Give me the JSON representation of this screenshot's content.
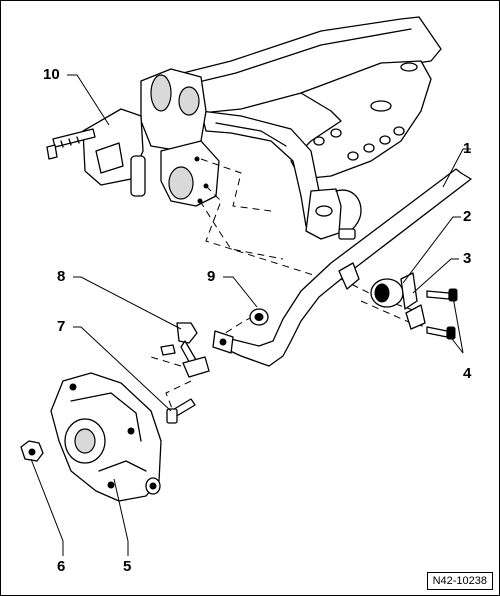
{
  "callouts": [
    {
      "id": "1",
      "text": "1"
    },
    {
      "id": "2",
      "text": "2"
    },
    {
      "id": "3",
      "text": "3"
    },
    {
      "id": "4",
      "text": "4"
    },
    {
      "id": "5",
      "text": "5"
    },
    {
      "id": "6",
      "text": "6"
    },
    {
      "id": "7",
      "text": "7"
    },
    {
      "id": "8",
      "text": "8"
    },
    {
      "id": "9",
      "text": "9"
    },
    {
      "id": "10",
      "text": "10"
    }
  ],
  "reference": "N42-10238"
}
